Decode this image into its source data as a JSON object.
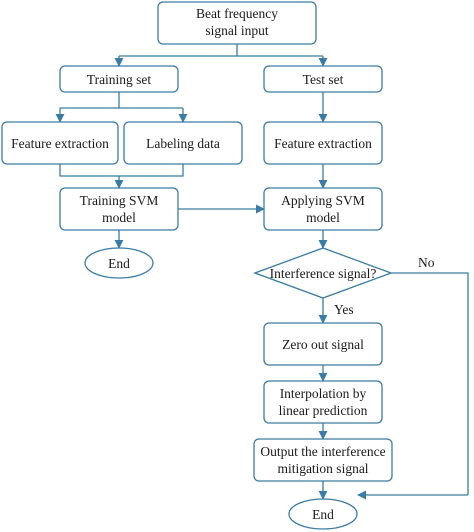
{
  "colors": {
    "stroke": "#3a7ca5",
    "text": "#1a1a1a",
    "background": "#ffffff"
  },
  "nodes": {
    "beat": [
      "Beat frequency",
      "signal input"
    ],
    "training_set": [
      "Training set"
    ],
    "test_set": [
      "Test set"
    ],
    "feature_extraction_left": [
      "Feature extraction"
    ],
    "labeling_data": [
      "Labeling data"
    ],
    "feature_extraction_right": [
      "Feature extraction"
    ],
    "training_svm": [
      "Training SVM",
      "model"
    ],
    "applying_svm": [
      "Applying SVM",
      "model"
    ],
    "end_left": [
      "End"
    ],
    "interference": [
      "Interference signal?"
    ],
    "zero_out": [
      "Zero out signal"
    ],
    "interpolation": [
      "Interpolation by",
      "linear prediction"
    ],
    "output": [
      "Output the interference",
      "mitigation signal"
    ],
    "end_right": [
      "End"
    ]
  },
  "edge_labels": {
    "yes": "Yes",
    "no": "No"
  }
}
